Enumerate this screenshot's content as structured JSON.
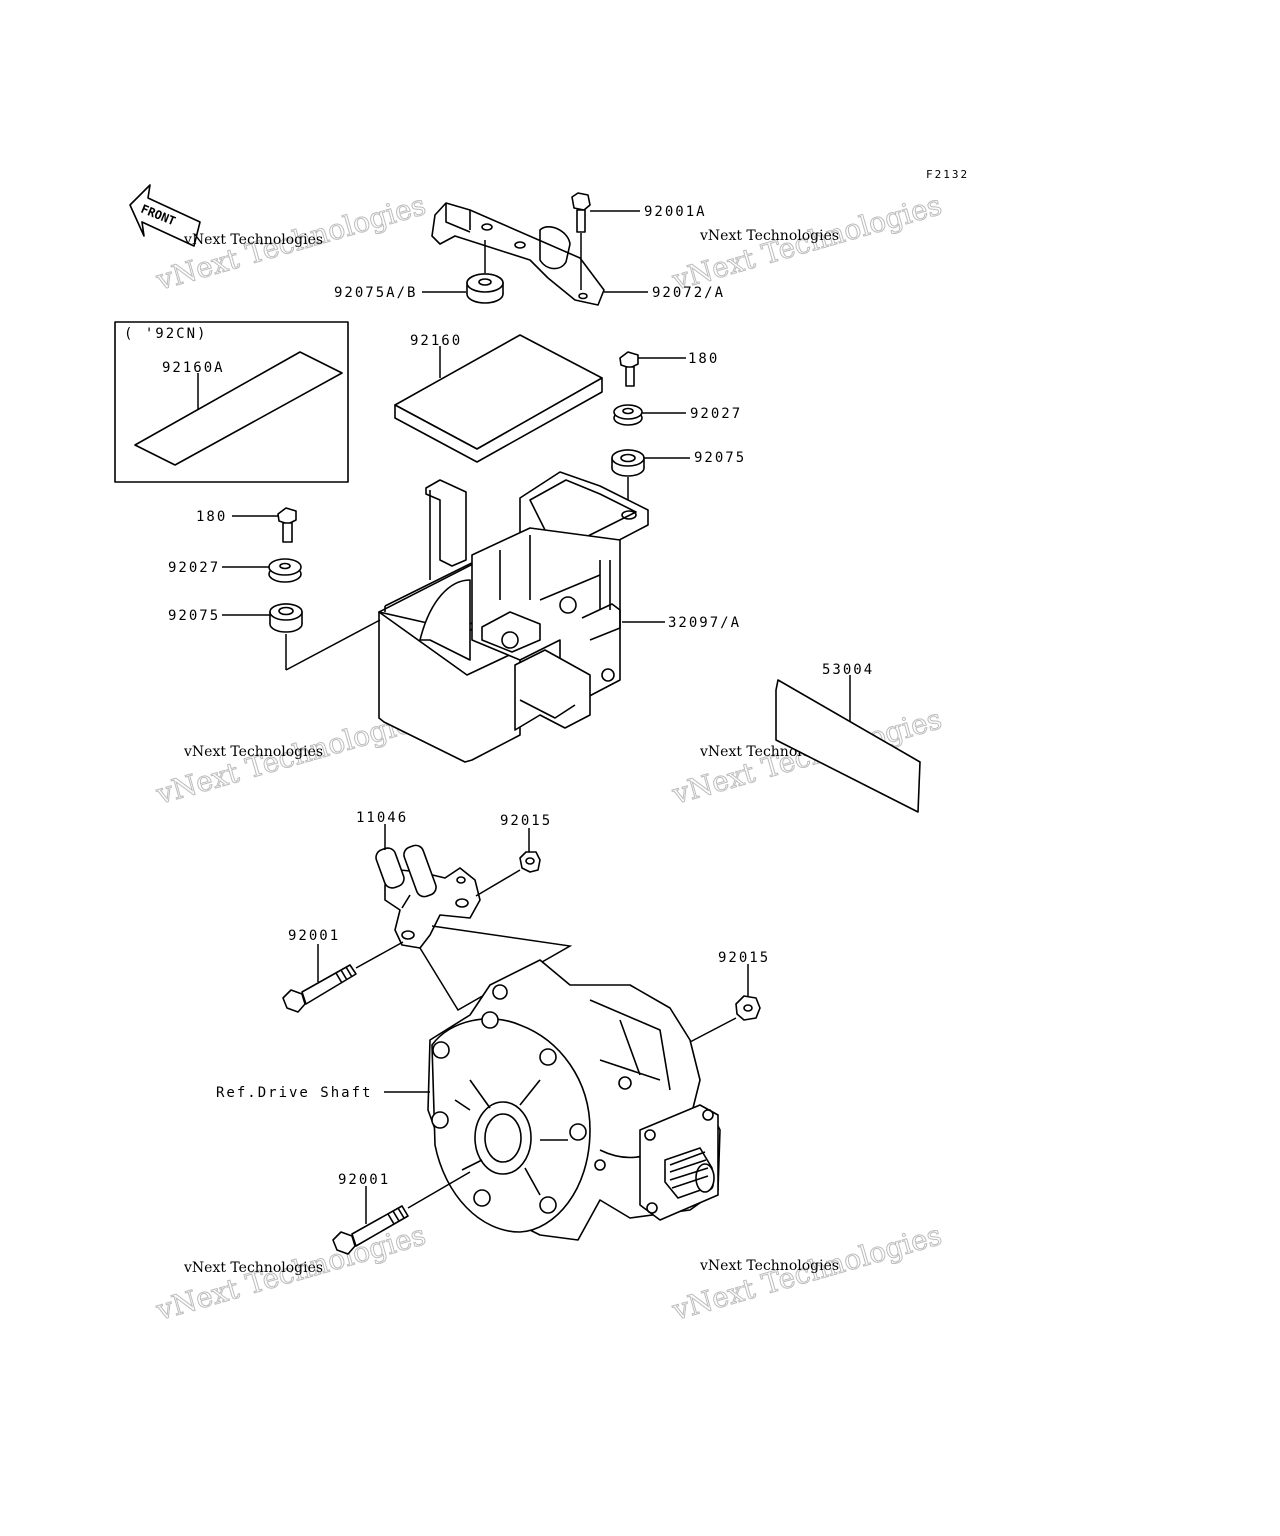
{
  "diagram": {
    "figure_code": "F2132",
    "front_label": "FRONT",
    "inset_label": "( '92CN)",
    "callouts": {
      "p92001A": "92001A",
      "p92075AB": "92075A/B",
      "p92072A": "92072/A",
      "p92160": "92160",
      "p92160A": "92160A",
      "p180_right": "180",
      "p92027_right": "92027",
      "p92075_right": "92075",
      "p180_left": "180",
      "p92027_left": "92027",
      "p92075_left": "92075",
      "p32097A": "32097/A",
      "p53004": "53004",
      "p11046": "11046",
      "p92015_top": "92015",
      "p92015_right": "92015",
      "p92001_upper": "92001",
      "ref_drive_shaft": "Ref.Drive Shaft",
      "p92001_lower": "92001"
    },
    "watermark": {
      "line1": "vNext Technologies",
      "line2": "vNext Technologies"
    }
  }
}
